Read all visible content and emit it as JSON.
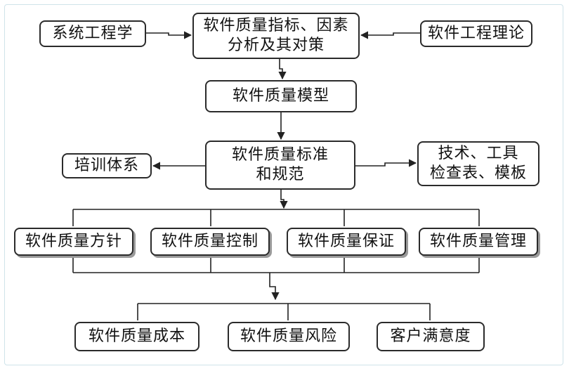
{
  "nodes": {
    "systems_engineering": "系统工程学",
    "indicators_line1": "软件质量指标、因素",
    "indicators_line2": "分析及其对策",
    "software_engineering_theory": "软件工程理论",
    "quality_model": "软件质量模型",
    "standards_line1": "软件质量标准",
    "standards_line2": "和规范",
    "training_system": "培训体系",
    "tech_tools_line1": "技术、工具",
    "tech_tools_line2": "检查表、模板",
    "quality_policy": "软件质量方针",
    "quality_control": "软件质量控制",
    "quality_assurance": "软件质量保证",
    "quality_management": "软件质量管理",
    "quality_cost": "软件质量成本",
    "quality_risk": "软件质量风险",
    "customer_satisfaction": "客户满意度"
  }
}
